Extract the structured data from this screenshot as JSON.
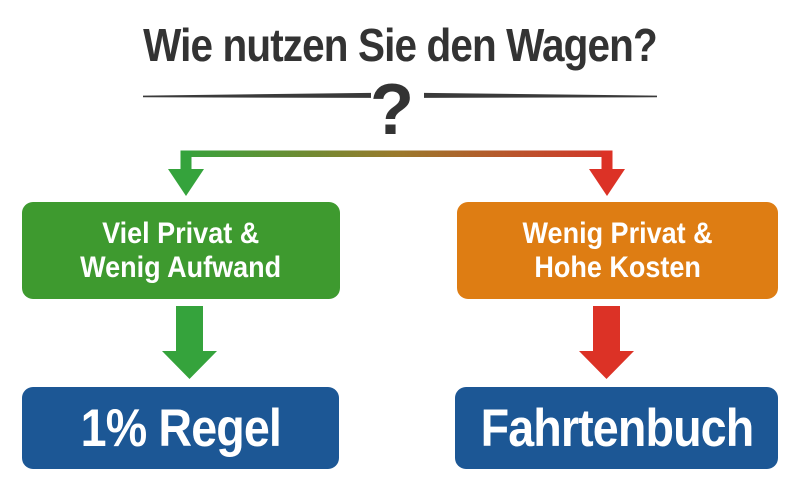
{
  "title": "Wie nutzen Sie den Wagen?",
  "question_mark": "?",
  "colors": {
    "background": "#FFFFFF",
    "text_dark": "#333333",
    "box_green": "#3E9A2F",
    "box_orange": "#DE7D13",
    "box_blue": "#1C5795",
    "arrow_green": "#35A33C",
    "arrow_red": "#DC3226",
    "box_text": "#FFFFFF"
  },
  "branches": {
    "left": {
      "condition_line1": "Viel Privat &",
      "condition_line2": "Wenig Aufwand",
      "result": "1% Regel"
    },
    "right": {
      "condition_line1": "Wenig Privat &",
      "condition_line2": "Hohe Kosten",
      "result": "Fahrtenbuch"
    }
  }
}
